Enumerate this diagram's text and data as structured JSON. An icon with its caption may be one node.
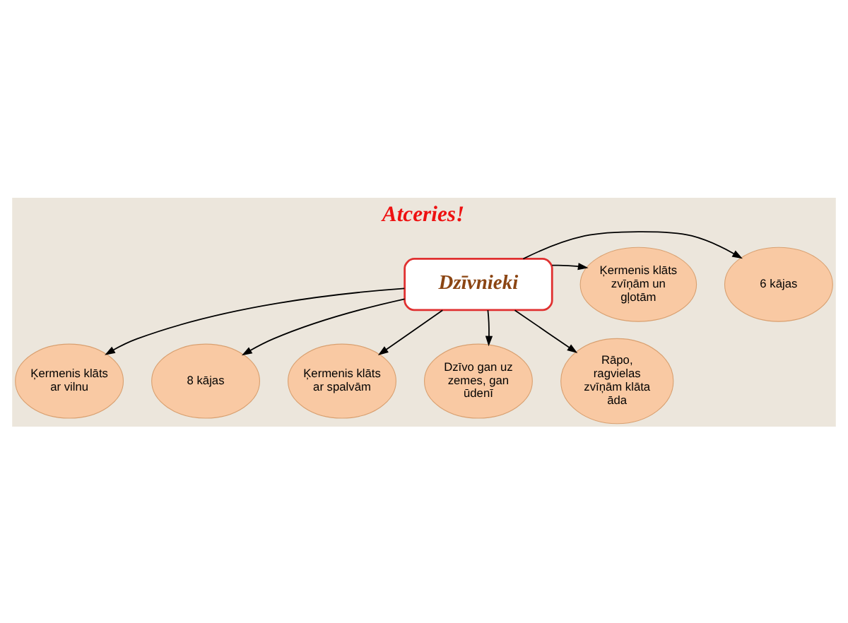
{
  "diagram": {
    "title": "Atceries!",
    "nodes": [
      {
        "text": [
          "Dzīvnieki"
        ]
      },
      {
        "text": [
          "6 kājas"
        ]
      },
      {
        "text": [
          "Ķermenis klāts zvīņām un gļotām"
        ]
      },
      {
        "text": [
          "Ķermenis klāts ar vilnu"
        ]
      },
      {
        "text": [
          "8 kājas"
        ]
      },
      {
        "text": [
          "Ķermenis klāts ar spalvām"
        ]
      },
      {
        "text": [
          "Dzīvo gan uz zemes, gan ūdenī"
        ]
      },
      {
        "text": [
          "Rāpo, ragvielas zvīņām klāta āda"
        ]
      }
    ],
    "edges": [
      {
        "from": 0,
        "to": 1,
        "arrow": "to"
      },
      {
        "from": 0,
        "to": 2,
        "arrow": "to"
      },
      {
        "from": 0,
        "to": 3,
        "arrow": "to"
      },
      {
        "from": 0,
        "to": 4,
        "arrow": "to"
      },
      {
        "from": 0,
        "to": 5,
        "arrow": "to"
      },
      {
        "from": 0,
        "to": 6,
        "arrow": "to"
      },
      {
        "from": 0,
        "to": 7,
        "arrow": "to"
      }
    ]
  }
}
